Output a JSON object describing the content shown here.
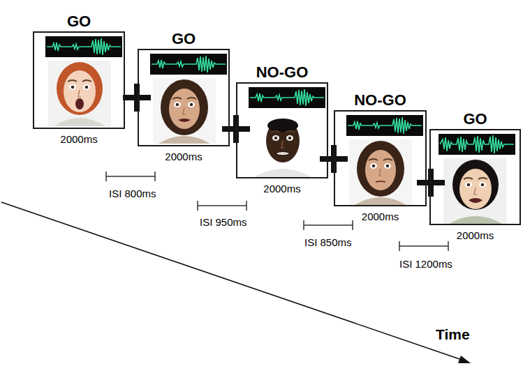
{
  "diagram": {
    "nodes": [
      {
        "text": [
          "GO",
          "2000ms"
        ]
      },
      {
        "text": [
          "GO",
          "2000ms"
        ]
      },
      {
        "text": [
          "NO-GO",
          "2000ms"
        ]
      },
      {
        "text": [
          "NO-GO",
          "2000ms"
        ]
      },
      {
        "text": [
          "GO",
          "2000ms"
        ]
      }
    ],
    "labels": [
      "ISI 800ms",
      "ISI 950ms",
      "ISI 850ms",
      "ISI 1200ms",
      "Time"
    ]
  }
}
